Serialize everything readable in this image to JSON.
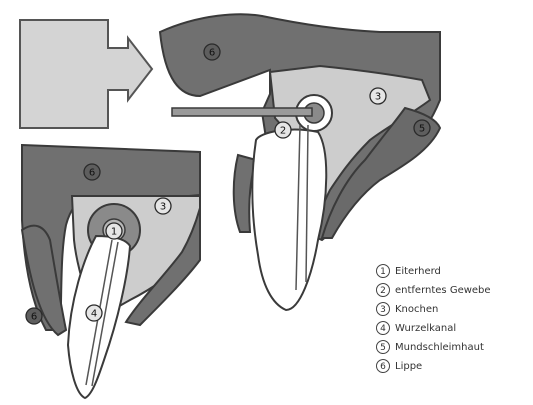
{
  "colors": {
    "dark_gray": "#6f6f6f",
    "mid_gray": "#9e9e9e",
    "light_gray": "#cfcfcf",
    "outline": "#3a3a3a",
    "tooth_fill": "#ffffff"
  },
  "markers": [
    {
      "num": "6",
      "label": "Lippe"
    },
    {
      "num": "3",
      "label": "Knochen"
    },
    {
      "num": "5",
      "label": "Mundschleimhaut"
    },
    {
      "num": "2",
      "label": "entferntes Gewebe"
    },
    {
      "num": "6",
      "label": "Lippe"
    },
    {
      "num": "3",
      "label": "Knochen"
    },
    {
      "num": "1",
      "label": "Eiterherd"
    },
    {
      "num": "4",
      "label": "Wurzelkanal"
    },
    {
      "num": "6",
      "label": "Lippe"
    }
  ],
  "legend": [
    {
      "num": "1",
      "label": "Eiterherd"
    },
    {
      "num": "2",
      "label": "entferntes Gewebe"
    },
    {
      "num": "3",
      "label": "Knochen"
    },
    {
      "num": "4",
      "label": "Wurzelkanal"
    },
    {
      "num": "5",
      "label": "Mundschleimhaut"
    },
    {
      "num": "6",
      "label": "Lippe"
    }
  ]
}
